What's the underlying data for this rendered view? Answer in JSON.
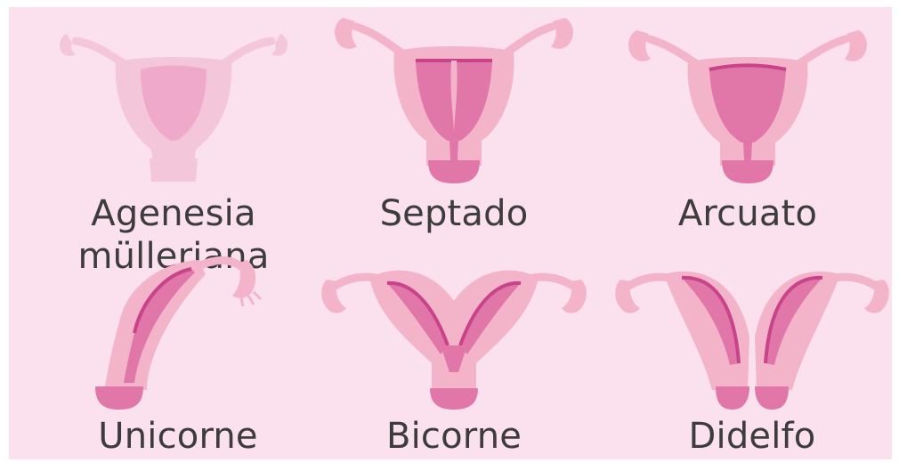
{
  "figure": {
    "colors": {
      "background": "#fbe0ee",
      "outer_tissue": "#f3b3c8",
      "inner_cavity": "#e177a9",
      "cavity_edge": "#c9438a",
      "faded_tissue": "#f4c6da",
      "faded_inner": "#efaacb"
    },
    "anomalies": [
      {
        "id": "agenesia",
        "label": "Agenesia mülleriana",
        "shape": "faded-uterus-icon"
      },
      {
        "id": "septado",
        "label": "Septado",
        "shape": "septate-uterus-icon"
      },
      {
        "id": "arcuato",
        "label": "Arcuato",
        "shape": "arcuate-uterus-icon"
      },
      {
        "id": "unicorne",
        "label": "Unicorne",
        "shape": "unicornuate-uterus-icon"
      },
      {
        "id": "bicorne",
        "label": "Bicorne",
        "shape": "bicornuate-uterus-icon"
      },
      {
        "id": "didelfo",
        "label": "Didelfo",
        "shape": "didelphys-uterus-icon"
      }
    ]
  }
}
